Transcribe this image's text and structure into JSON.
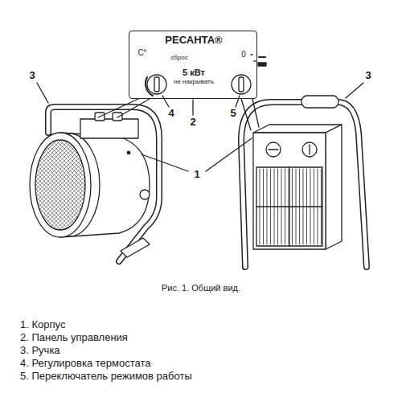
{
  "diagram": {
    "caption": "Рис. 1. Общий вид.",
    "nodes": [
      {
        "text": [
          "РЕСАНТА®",
          "С°",
          "сброс",
          "0",
          "5 кВт",
          "не накрывать"
        ]
      }
    ],
    "labels": [
      "3",
      "3",
      "1",
      "2",
      "4",
      "5",
      "1. Корпус",
      "2. Панель управления",
      "3. Ручка",
      "4. Регулировка термостата",
      "5. Переключатель режимов работы"
    ]
  }
}
